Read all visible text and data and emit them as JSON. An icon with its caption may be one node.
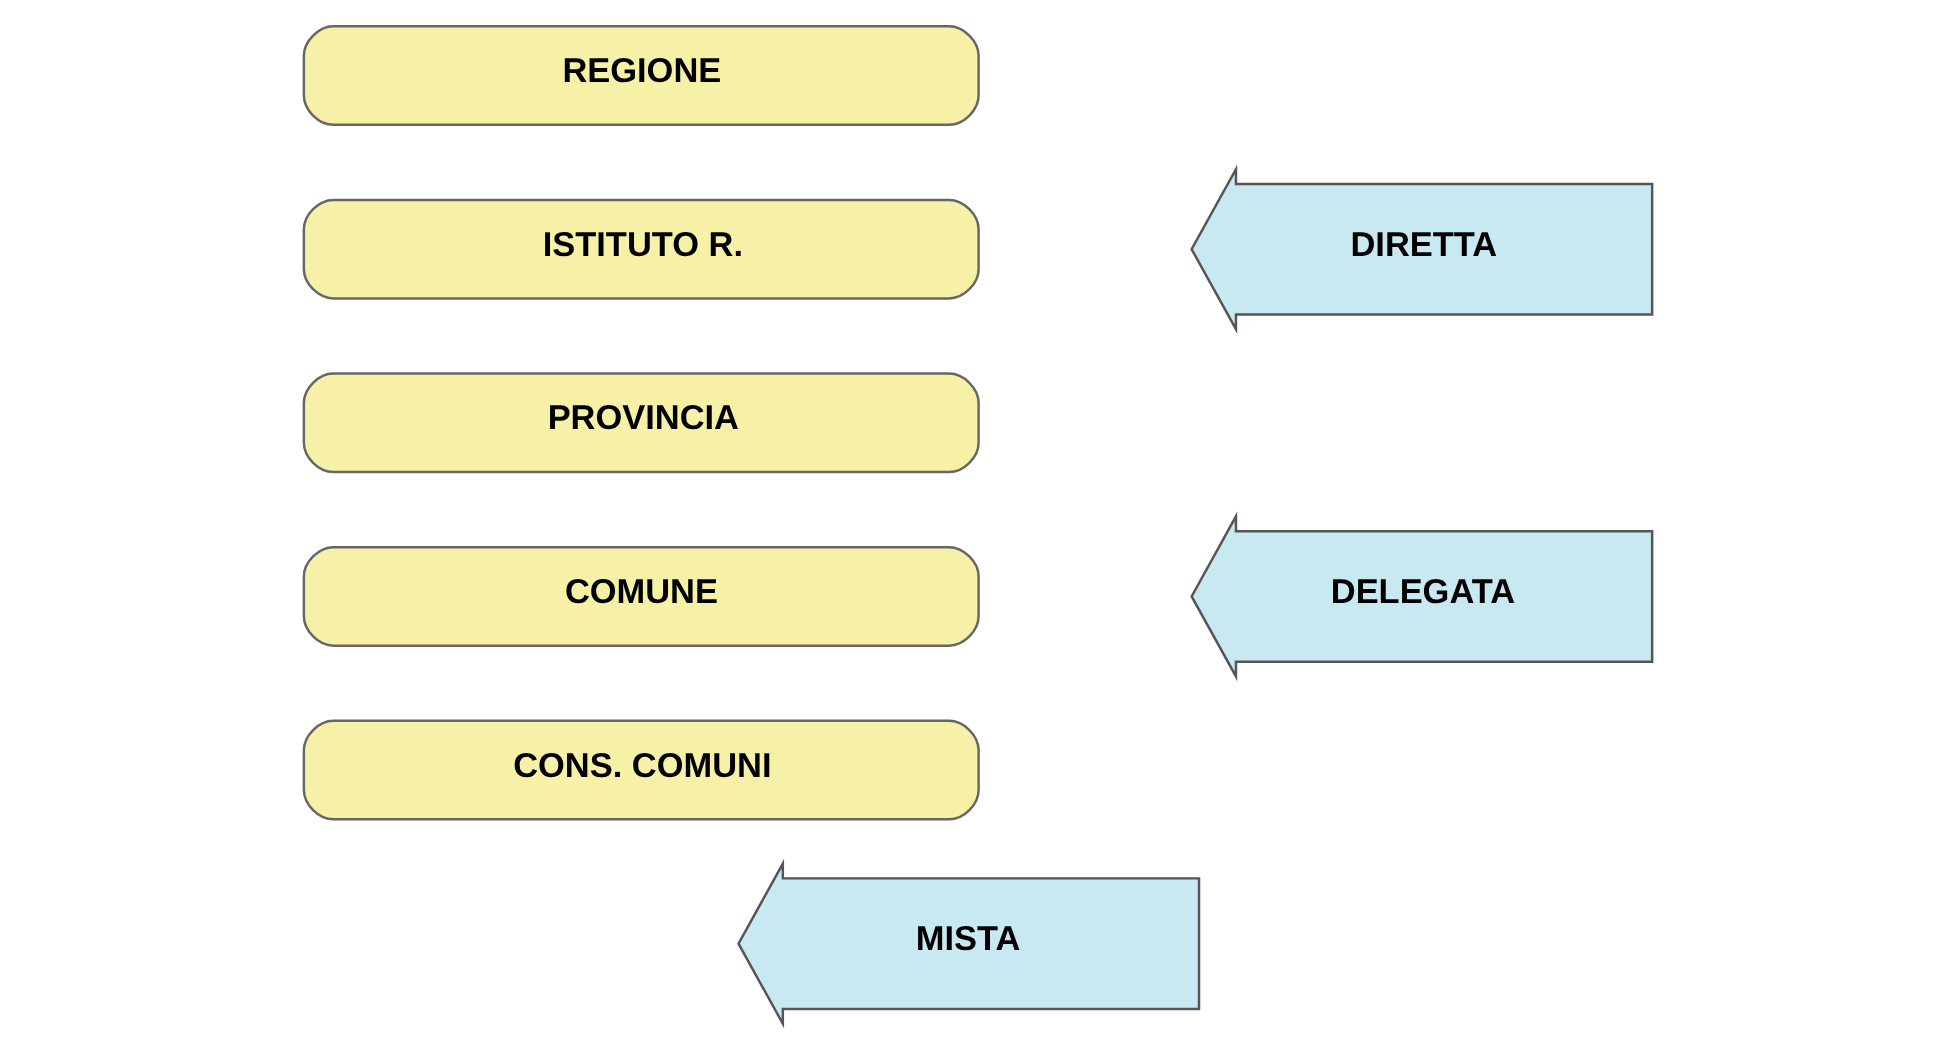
{
  "diagram": {
    "nodes": [
      {
        "text": [
          "REGIONE"
        ]
      },
      {
        "text": [
          "ISTITUTO R."
        ]
      },
      {
        "text": [
          "PROVINCIA"
        ]
      },
      {
        "text": [
          "COMUNE"
        ]
      },
      {
        "text": [
          "CONS. COMUNI"
        ]
      },
      {
        "text": [
          "DIRETTA"
        ]
      },
      {
        "text": [
          "DELEGATA"
        ]
      },
      {
        "text": [
          "MISTA"
        ]
      }
    ]
  }
}
